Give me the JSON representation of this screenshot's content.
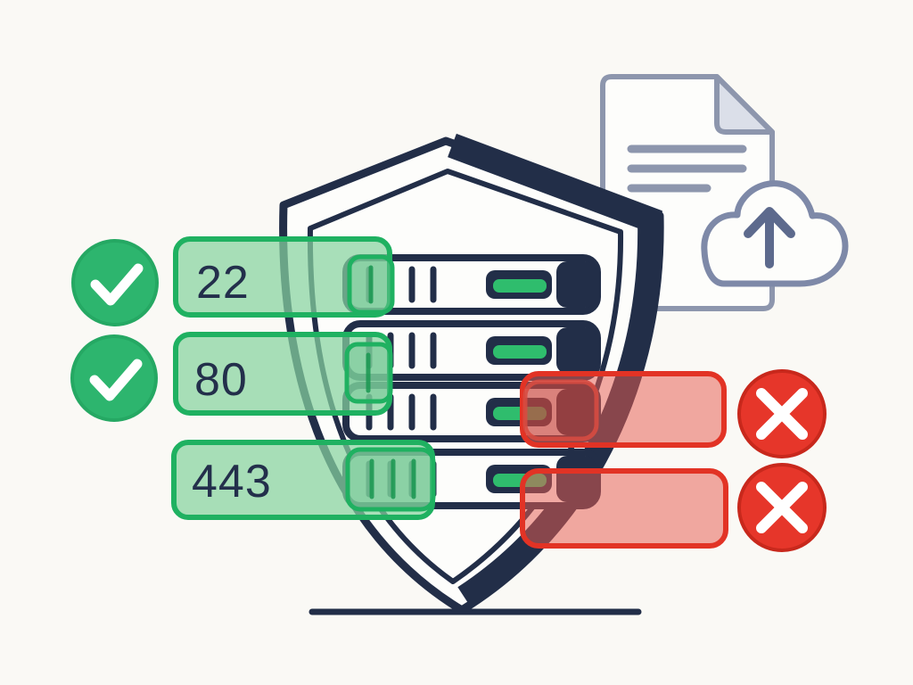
{
  "illustration": {
    "ports": [
      "22",
      "80",
      "443"
    ],
    "blocked_slots": 2,
    "icons": {
      "allowed": "checkmark-circle-icon",
      "blocked": "x-circle-icon",
      "shield": "security-shield-icon",
      "server": "server-rack-icon",
      "document": "policy-document-icon",
      "upload": "cloud-upload-icon"
    },
    "colors": {
      "background": "#faf9f5",
      "outline_navy": "#222e48",
      "allowed_green": "#22b263",
      "allowed_fill": "#a9debc",
      "led_green": "#2fbd6d",
      "blocked_red": "#e23325",
      "blocked_fill": "#f3aca6",
      "doc_gray": "#8d96ad",
      "arrow_slate": "#5d6a8d"
    }
  }
}
